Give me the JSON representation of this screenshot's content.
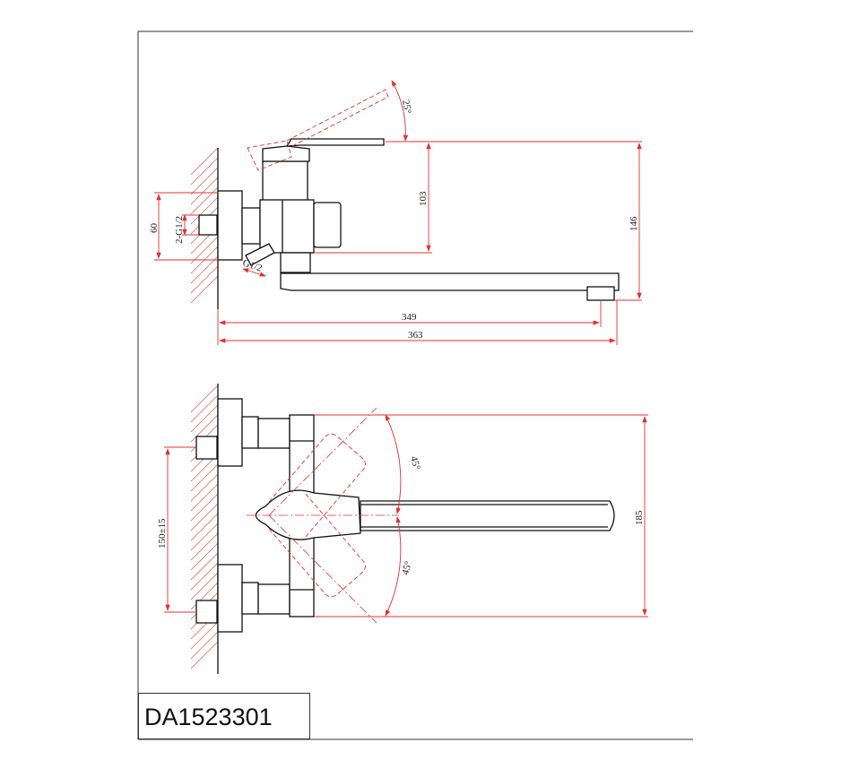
{
  "model_code": "DA1523301",
  "side_view": {
    "lever_angle": "25°",
    "height_to_outlet": "103",
    "total_height": "146",
    "flange_height": "60",
    "inlet_thread": "2-G1/2",
    "outlet_thread": "G1/2",
    "spout_reach": "349",
    "total_length": "363"
  },
  "top_view": {
    "angle_upper": "45°",
    "angle_lower": "45°",
    "inlet_spacing": "150±15",
    "body_width": "185"
  }
}
